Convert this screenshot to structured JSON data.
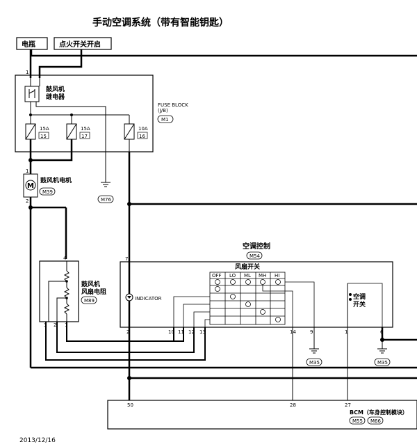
{
  "title": "手动空调系统（带有智能钥匙）",
  "date": "2013/12/16",
  "sources": {
    "battery": "电瓶",
    "ignition": "点火开关开启"
  },
  "fuse_block": {
    "name": "FUSE BLOCK",
    "sub": "(J/B)",
    "connector": "M1",
    "relay_line1": "鼓风机",
    "relay_line2": "继电器",
    "fuses": [
      {
        "rating": "15A",
        "number": "15"
      },
      {
        "rating": "15A",
        "number": "17"
      },
      {
        "rating": "10A",
        "number": "16"
      }
    ],
    "pin_top": "1"
  },
  "blower_motor": {
    "label": "鼓风机电机",
    "connector": "M39",
    "pin_top": "1",
    "pin_bottom": "2",
    "symbol": "M"
  },
  "ground_m76": "M76",
  "resistor": {
    "line1": "鼓风机",
    "line2": "风扇电阻",
    "connector": "M89",
    "pins": [
      "4",
      "3",
      "2",
      "1"
    ]
  },
  "ac_control": {
    "label": "空调控制",
    "connector": "M54",
    "fan_switch_label": "风扇开关",
    "fan_positions": [
      "OFF",
      "LO",
      "ML",
      "MH",
      "HI"
    ],
    "indicator": "INDICATOR",
    "ac_switch_line1": "空调",
    "ac_switch_line2": "开关",
    "pin_top": "7",
    "pins_bottom": [
      "2",
      "10",
      "11",
      "12",
      "13",
      "14",
      "9",
      "1",
      "6"
    ]
  },
  "ground_m35a": "M35",
  "ground_m35b": "M35",
  "bcm": {
    "label": "BCM（车身控制模块）",
    "connectors": [
      "M55",
      "M66"
    ],
    "pins": [
      "50",
      "28",
      "27"
    ]
  }
}
